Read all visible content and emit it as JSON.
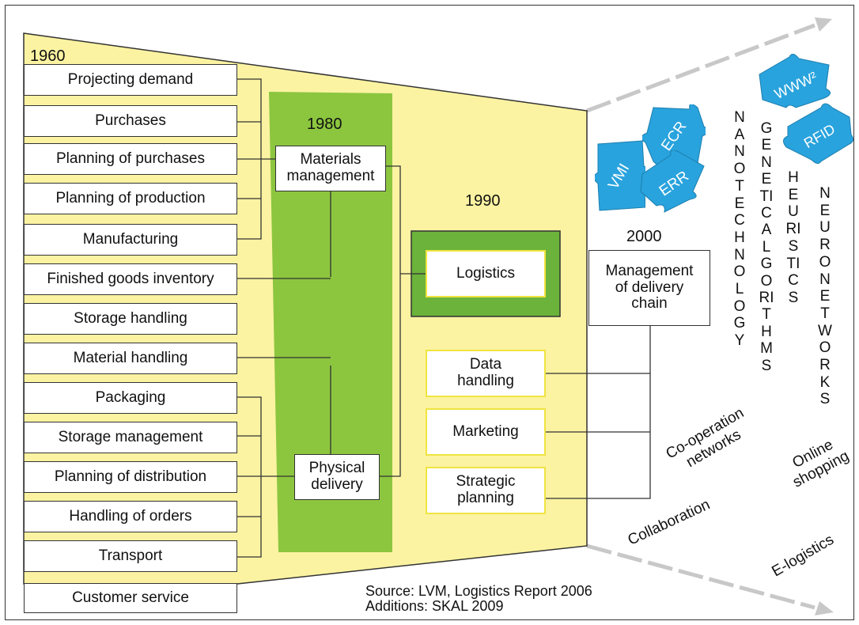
{
  "years": {
    "y1960": "1960",
    "y1980": "1980",
    "y1990": "1990",
    "y2000": "2000"
  },
  "functions": [
    "Projecting demand",
    "Purchases",
    "Planning of purchases",
    "Planning of production",
    "Manufacturing",
    "Finished goods inventory",
    "Storage handling",
    "Material handling",
    "Packaging",
    "Storage management",
    "Planning of distribution",
    "Handling of orders",
    "Transport",
    "Customer service"
  ],
  "era1980": {
    "materials_management": "Materials management",
    "physical_delivery": "Physical delivery"
  },
  "era1990": {
    "logistics": "Logistics",
    "data_handling": "Data handling",
    "marketing": "Marketing",
    "strategic_planning": "Strategic planning"
  },
  "era2000": {
    "management": "Management of delivery chain"
  },
  "puzzle_pieces": [
    "VMI",
    "ECR",
    "ERR",
    "WWW²",
    "RFID"
  ],
  "vertical_terms": [
    "NANOTECHNOLOGY",
    "GENETIC ALGORITHMS",
    "HEURISTICS",
    "NEURONETWORKS"
  ],
  "diagonal_terms": {
    "cooperation": "Co-operation networks",
    "collaboration": "Collaboration",
    "online": "Online shopping",
    "elogistics": "E-logistics"
  },
  "source": {
    "line1": "Source: LVM, Logistics Report 2006",
    "line2": "Additions: SKAL 2009"
  },
  "colors": {
    "yellow": "#fbf3a2",
    "green": "#8cc63f",
    "dark_green": "#6bb33a",
    "puzzle": "#29a3dd",
    "arrow": "#c8c8c8",
    "yellow_border": "#f0e440"
  }
}
